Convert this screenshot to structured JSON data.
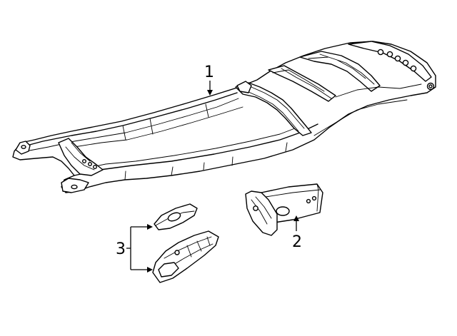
{
  "callouts": [
    {
      "number": "1",
      "part": "frame-assembly"
    },
    {
      "number": "2",
      "part": "rear-bracket"
    },
    {
      "number": "3",
      "part": "mount-brackets"
    }
  ]
}
